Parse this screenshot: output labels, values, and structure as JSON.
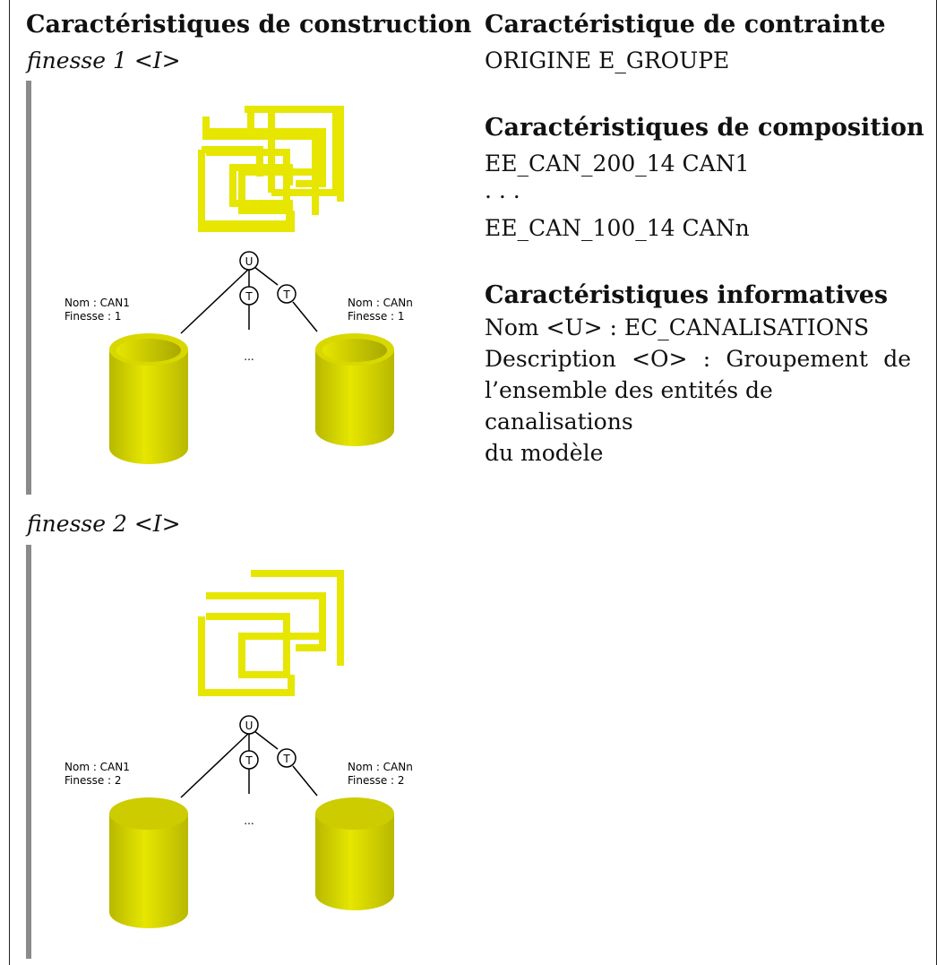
{
  "left": {
    "title": "Caractéristiques de construction",
    "levels": [
      {
        "label": "finesse 1 <I>",
        "node_root": "U",
        "node_child_1": "T",
        "node_child_2": "T",
        "left_name": "Nom : CAN1",
        "left_finesse": "Finesse : 1",
        "right_name": "Nom : CANn",
        "right_finesse": "Finesse : 1",
        "ellipsis": "..."
      },
      {
        "label": "finesse 2 <I>",
        "node_root": "U",
        "node_child_1": "T",
        "node_child_2": "T",
        "left_name": "Nom : CAN1",
        "left_finesse": "Finesse : 2",
        "right_name": "Nom : CANn",
        "right_finesse": "Finesse : 2",
        "ellipsis": "..."
      }
    ]
  },
  "right": {
    "constraint_title": "Caractéristique de contrainte",
    "constraint_value": "ORIGINE E_GROUPE",
    "composition_title": "Caractéristiques de composition",
    "composition_first": "EE_CAN_200_14 CAN1",
    "composition_dots": ". . .",
    "composition_last": "EE_CAN_100_14 CANn",
    "info_title": "Caractéristiques informatives",
    "info_name": "Nom <U> : EC_CANALISATIONS",
    "info_desc_line1": "Description <O> : Groupement de",
    "info_desc_line2": "l’ensemble des entités de canalisations",
    "info_desc_line3": "du modèle"
  },
  "colors": {
    "yellow": "#e6e600",
    "yellow_dark": "#b8b800",
    "bar": "#8a8a8a"
  }
}
